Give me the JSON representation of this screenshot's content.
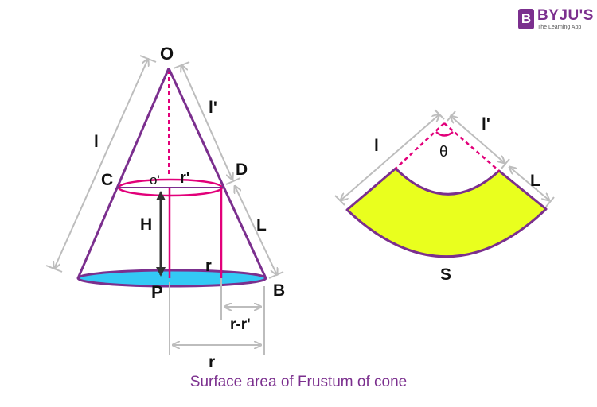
{
  "brand": {
    "name": "BYJU'S",
    "tagline": "The Learning App",
    "mark": "B",
    "color": "#7b2f8e"
  },
  "caption": "Surface area of Frustum of cone",
  "colors": {
    "outline": "#7b2f8e",
    "inner": "#e2007a",
    "base_fill": "#33c9f5",
    "sector_fill": "#e9ff1e",
    "dimension": "#bdbdbd",
    "arrow": "#333333"
  },
  "cone": {
    "apex": "O",
    "top_left": "C",
    "top_center": "o'",
    "top_radius": "r'",
    "top_right": "D",
    "slant_total": "l",
    "slant_top": "l'",
    "slant_frustum": "L",
    "height": "H",
    "base_center": "P",
    "base_right": "B",
    "base_radius_inner": "r",
    "radius_difference": "r-r'",
    "base_radius": "r"
  },
  "net": {
    "slant_total": "l",
    "slant_top": "l'",
    "slant_frustum": "L",
    "angle": "θ",
    "surface": "S"
  }
}
